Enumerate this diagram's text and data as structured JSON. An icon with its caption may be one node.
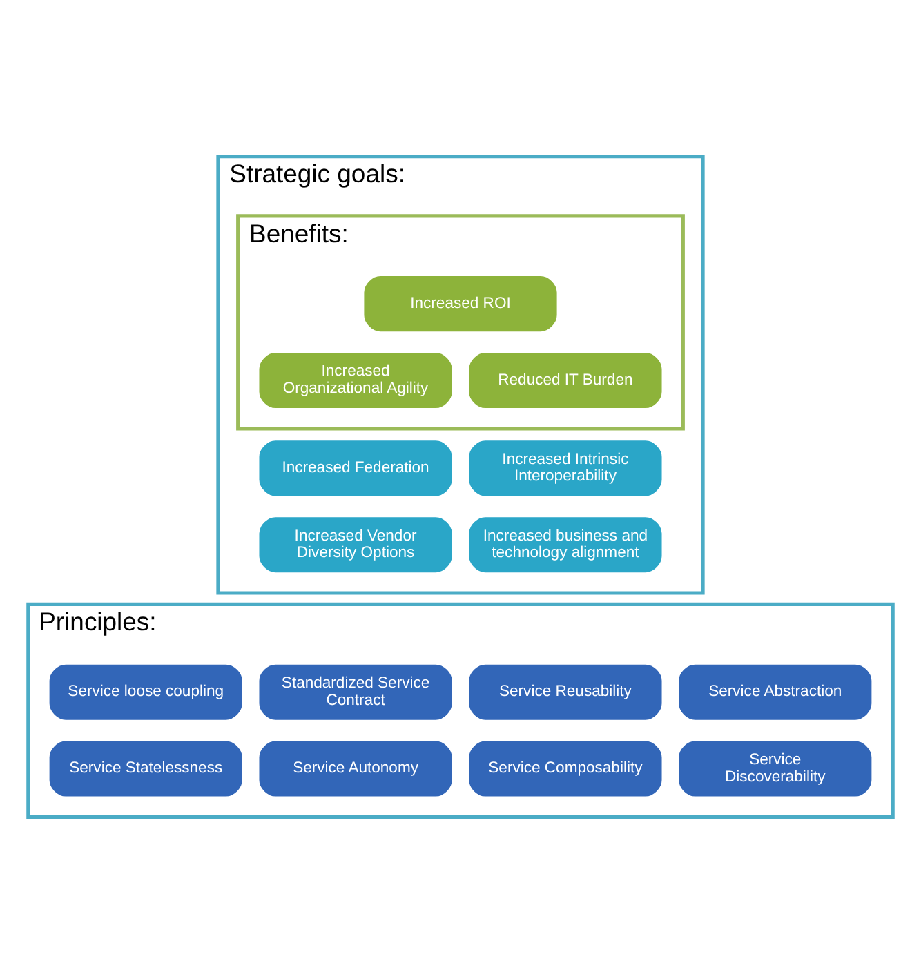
{
  "diagram": {
    "nodes": [
      {
        "text": [
          "Strategic goals:"
        ]
      },
      {
        "text": [
          "Benefits:"
        ],
        "in": 0
      },
      {
        "text": [
          "Increased ROI"
        ],
        "in": 1
      },
      {
        "text": [
          "Increased Organizational Agility"
        ],
        "in": 1
      },
      {
        "text": [
          "Reduced IT Burden"
        ],
        "in": 1
      },
      {
        "text": [
          "Increased Federation"
        ],
        "in": 0
      },
      {
        "text": [
          "Increased Intrinsic Interoperability"
        ],
        "in": 0
      },
      {
        "text": [
          "Increased Vendor Diversity Options"
        ],
        "in": 0
      },
      {
        "text": [
          "Increased business and technology alignment"
        ],
        "in": 0
      },
      {
        "text": [
          "Principles:"
        ]
      },
      {
        "text": [
          "Standardized Service Contract"
        ],
        "in": 9
      },
      {
        "text": [
          "Service loose coupling"
        ],
        "in": 9
      },
      {
        "text": [
          "Service Abstraction"
        ],
        "in": 9
      },
      {
        "text": [
          "Service Reusability"
        ],
        "in": 9
      },
      {
        "text": [
          "Service Autonomy"
        ],
        "in": 9
      },
      {
        "text": [
          "Service Statelessness"
        ],
        "in": 9
      },
      {
        "text": [
          "Service Discoverability"
        ],
        "in": 9
      },
      {
        "text": [
          "Service Composability"
        ],
        "in": 9
      }
    ],
    "edges": []
  }
}
